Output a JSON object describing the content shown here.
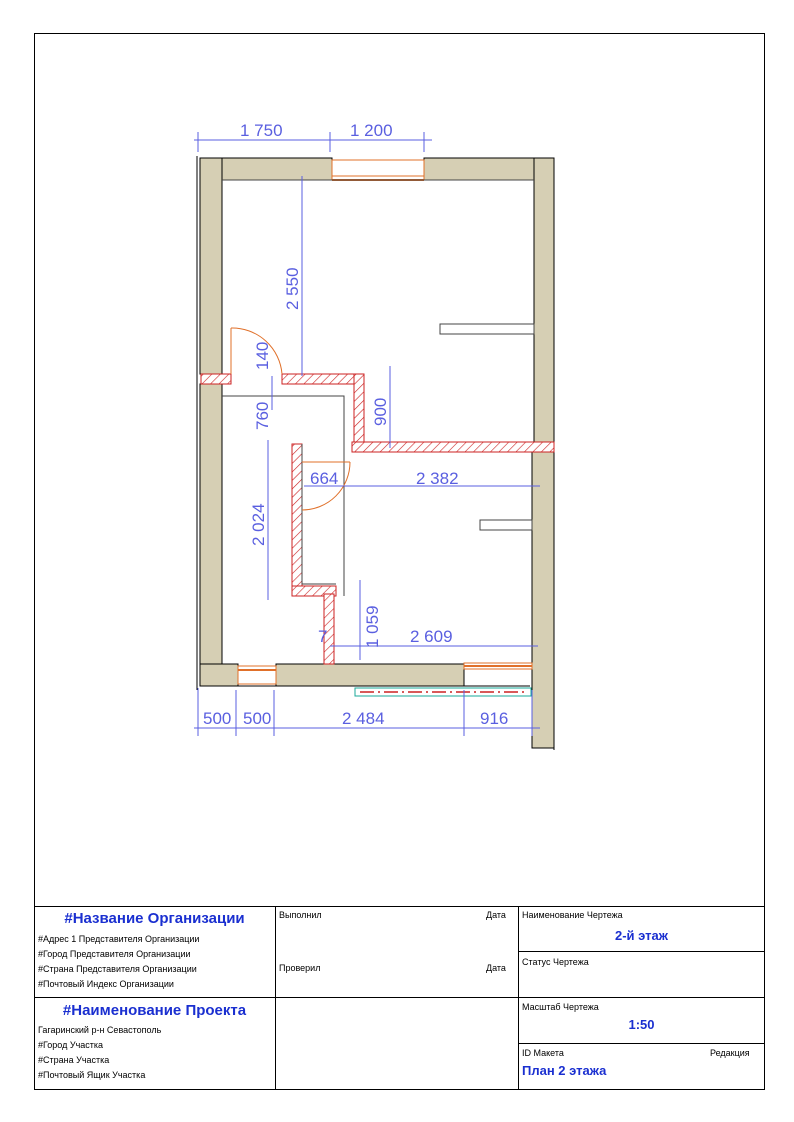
{
  "dimensions": {
    "top_1": "1 750",
    "top_2": "1 200",
    "v_2550": "2 550",
    "v_140": "140",
    "v_760": "760",
    "v_900": "900",
    "v_2024": "2 024",
    "h_664": "664",
    "h_2382": "2 382",
    "v_1059": "1 059",
    "h_7": "7",
    "h_2609": "2 609",
    "bottom_1": "500",
    "bottom_2": "500",
    "bottom_3": "2 484",
    "bottom_4": "916"
  },
  "title_block": {
    "org_name": "#Название Организации",
    "org_address": "#Адрес 1 Представителя Организации",
    "org_city": "#Город Представителя Организации",
    "org_country": "#Страна Представителя Организации",
    "org_zip": "#Почтовый Индекс Организации",
    "project_name": "#Наименование Проекта",
    "site_address": "Гагаринский р-н Севастополь",
    "site_city": "#Город Участка",
    "site_country": "#Страна Участка",
    "site_box": "#Почтовый Ящик Участка",
    "performed_label": "Выполнил",
    "checked_label": "Проверил",
    "date_label_1": "Дата",
    "date_label_2": "Дата",
    "drawing_name_label": "Наименование Чертежа",
    "drawing_name": "2-й этаж",
    "drawing_status_label": "Статус Чертежа",
    "scale_label": "Масштаб Чертежа",
    "scale_value": "1:50",
    "layout_id_label": "ID Макета",
    "revision_label": "Редакция",
    "layout_name": "План 2 этажа"
  },
  "colors": {
    "wall_fill": "#d6cfb4",
    "dimension": "#5a5fe0",
    "hatch": "#cc2222",
    "window": "#e0702a",
    "title_blue": "#1a2fd0"
  }
}
